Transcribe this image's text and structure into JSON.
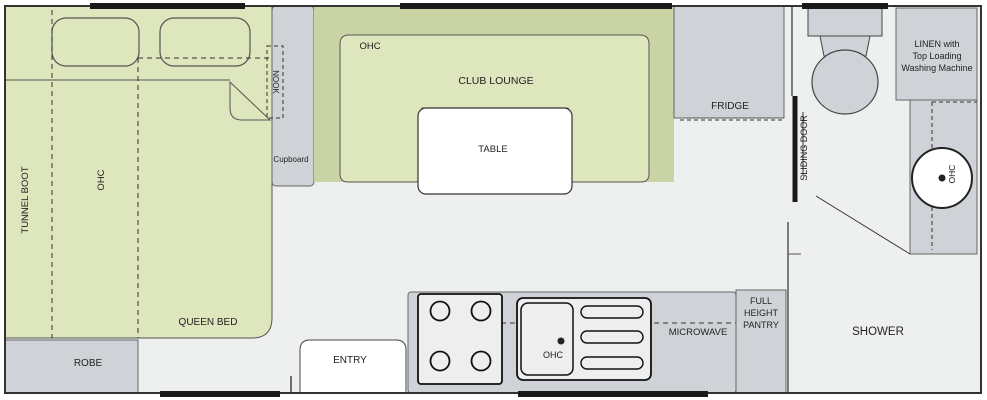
{
  "rooms": {
    "tunnel_boot": "TUNNEL BOOT",
    "bed_ohc": "OHC",
    "queen_bed": "QUEEN BED",
    "robe": "ROBE",
    "nook": "NOOK",
    "cupboard": "Cupboard",
    "lounge_ohc": "OHC",
    "club_lounge": "CLUB LOUNGE",
    "table": "TABLE",
    "fridge": "FRIDGE",
    "sliding_door": "SLIDING DOOR",
    "linen_line1": "LINEN with",
    "linen_line2": "Top Loading",
    "linen_line3": "Washing Machine",
    "bathroom_ohc": "OHC",
    "entry": "ENTRY",
    "kitchen_ohc": "OHC",
    "microwave": "MICROWAVE",
    "pantry_line1": "FULL",
    "pantry_line2": "HEIGHT",
    "pantry_line3": "PANTRY",
    "shower": "SHOWER"
  },
  "colors": {
    "floor": "#eef0f0",
    "bed_fill": "#dde6bd",
    "lounge_fill": "#c9d3a4",
    "cabinet": "#cfd3d7",
    "wall": "#333333",
    "window": "#1a1a1a"
  }
}
